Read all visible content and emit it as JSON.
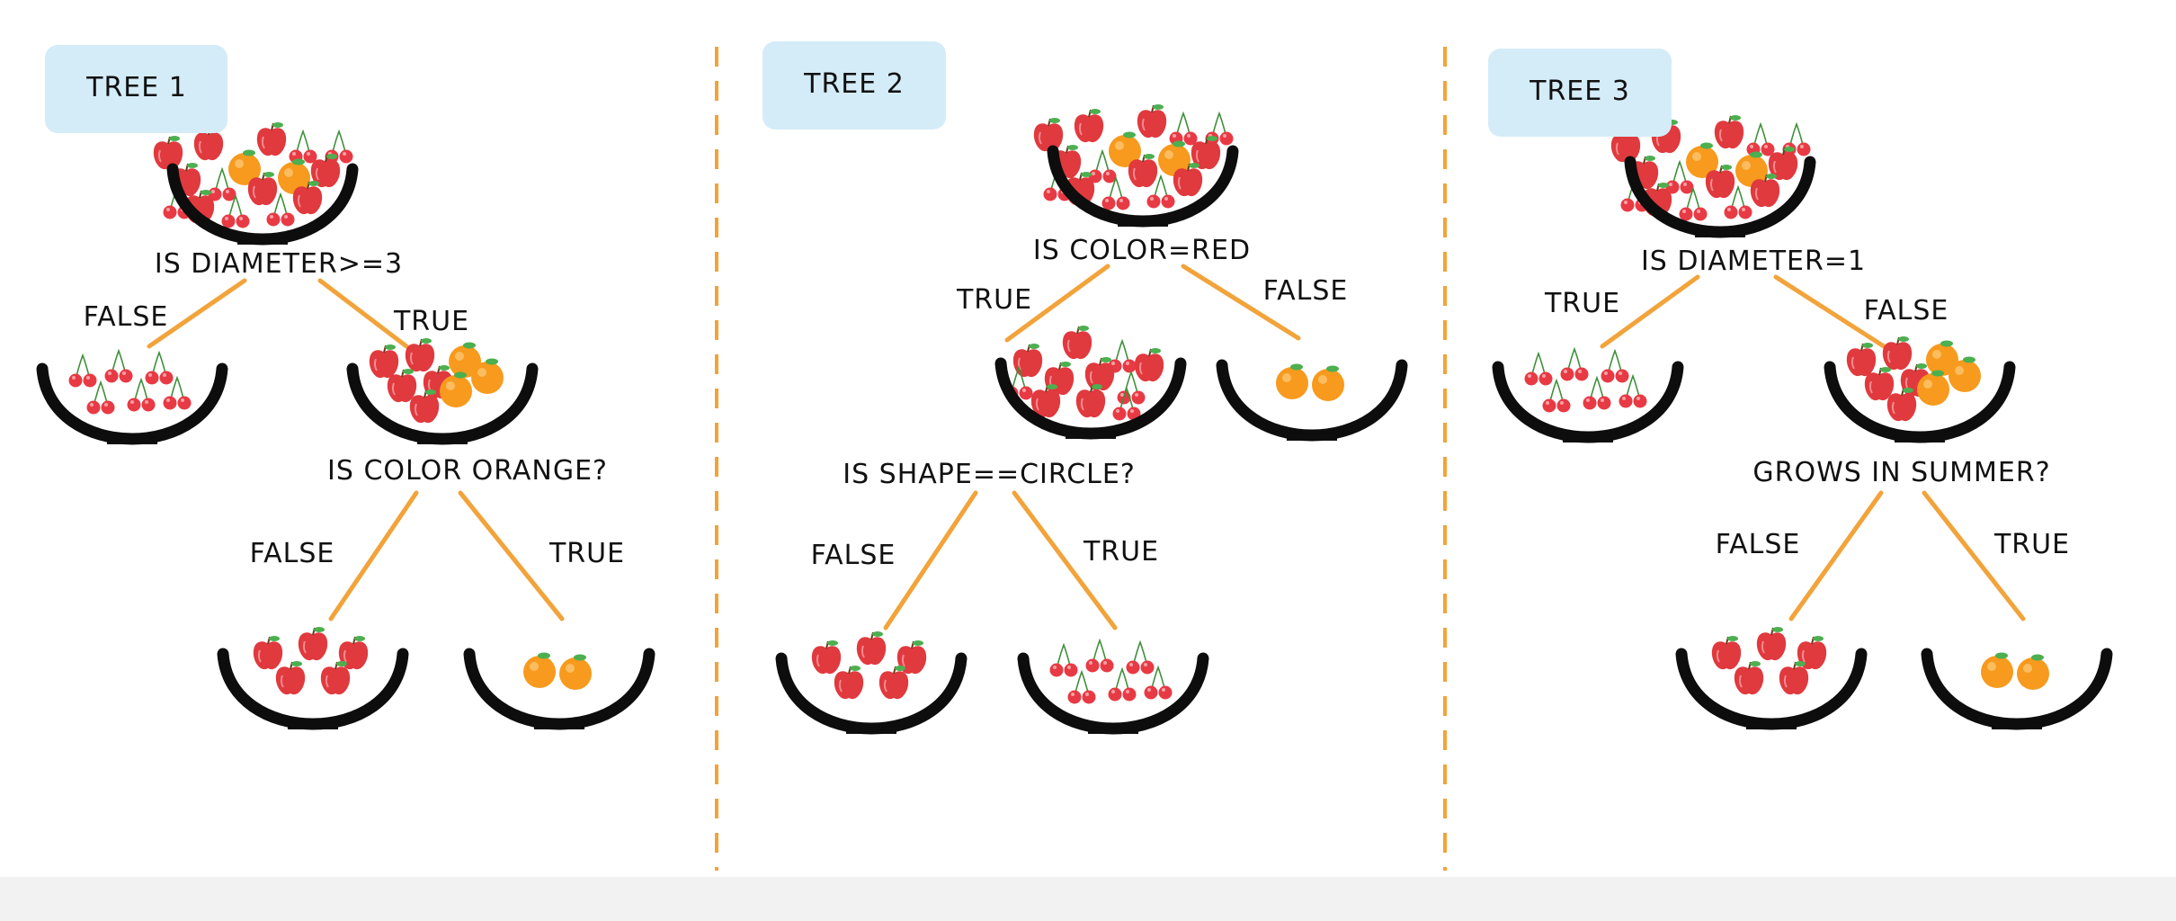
{
  "colors": {
    "badge": "#d4ecf8",
    "edge": "#f2a33a",
    "divider": "#f2a33a",
    "bowl": "#0d0d0d",
    "apple": "#e0393e",
    "cherry": "#e83a44",
    "orange": "#f79a1d",
    "leaf": "#4caf50"
  },
  "icons": {
    "bowl": "fruit-bowl-icon",
    "apple": "apple-icon",
    "cherry": "cherry-icon",
    "orange": "orange-icon"
  },
  "trees": [
    {
      "title": "TREE 1",
      "root_question": "IS DIAMETER>=3",
      "left_branch": "FALSE",
      "right_branch": "TRUE",
      "sub_question": "IS COLOR ORANGE?",
      "sub_left_branch": "FALSE",
      "sub_right_branch": "TRUE"
    },
    {
      "title": "TREE 2",
      "root_question": "IS COLOR=RED",
      "left_branch": "TRUE",
      "right_branch": "FALSE",
      "sub_question": "IS SHAPE==CIRCLE?",
      "sub_left_branch": "FALSE",
      "sub_right_branch": "TRUE"
    },
    {
      "title": "TREE 3",
      "root_question": "IS DIAMETER=1",
      "left_branch": "TRUE",
      "right_branch": "FALSE",
      "sub_question": "GROWS IN SUMMER?",
      "sub_left_branch": "FALSE",
      "sub_right_branch": "TRUE"
    }
  ]
}
